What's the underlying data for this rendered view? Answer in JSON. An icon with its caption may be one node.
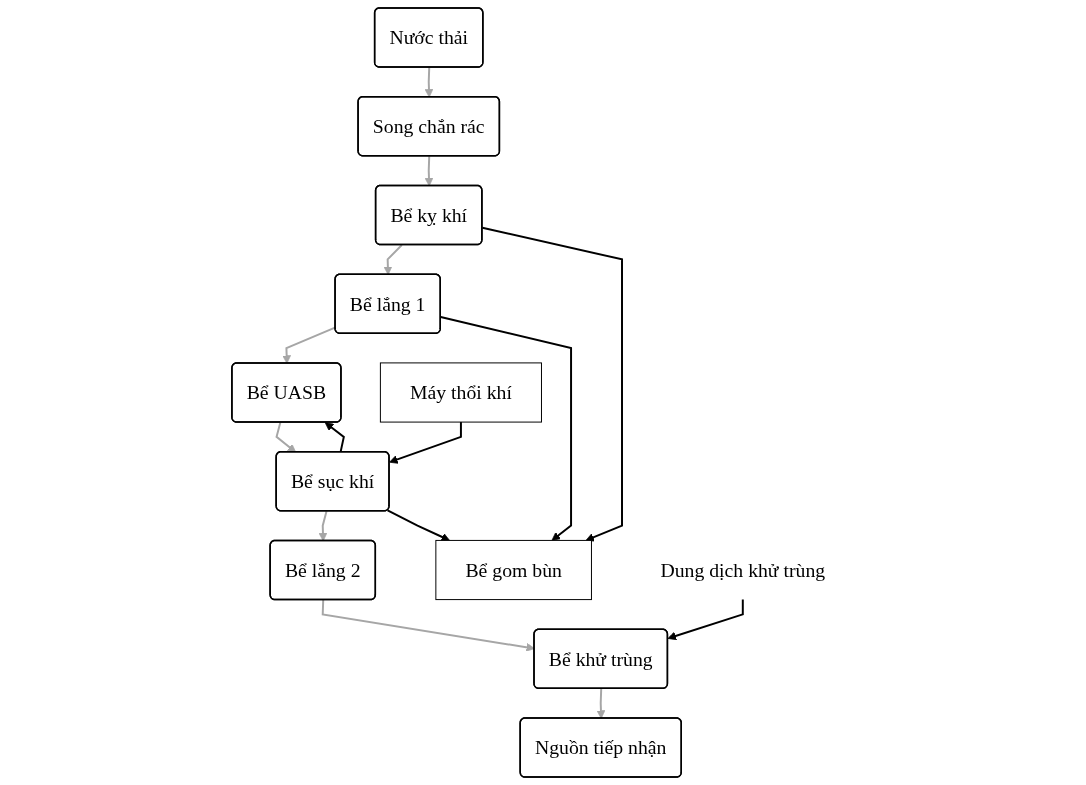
{
  "diagram": {
    "nodes": [
      {
        "text": [
          "Nước thải"
        ]
      },
      {
        "text": [
          "Song chắn rác"
        ]
      },
      {
        "text": [
          "Bể kỵ khí"
        ]
      },
      {
        "text": [
          "Bể lắng 1"
        ]
      },
      {
        "text": [
          "Bể UASB"
        ]
      },
      {
        "text": [
          "Máy thổi khí"
        ]
      },
      {
        "text": [
          "Bể sục khí"
        ]
      },
      {
        "text": [
          "Bể gom bùn"
        ]
      },
      {
        "text": [
          "Bể lắng 2"
        ]
      },
      {
        "text": [
          "Dung dịch khử trùng"
        ]
      },
      {
        "text": [
          "Bể khử trùng"
        ]
      },
      {
        "text": [
          "Nguồn tiếp nhận"
        ]
      }
    ],
    "edges": [
      {
        "from": 0,
        "to": 1,
        "arrow": "to"
      },
      {
        "from": 1,
        "to": 2,
        "arrow": "to"
      },
      {
        "from": 2,
        "to": 3,
        "arrow": "to"
      },
      {
        "from": 3,
        "to": 4,
        "arrow": "to"
      },
      {
        "from": 4,
        "to": 6,
        "arrow": "to"
      },
      {
        "from": 6,
        "to": 8,
        "arrow": "to"
      },
      {
        "from": 8,
        "to": 10,
        "arrow": "to"
      },
      {
        "from": 10,
        "to": 11,
        "arrow": "to"
      },
      {
        "from": 2,
        "to": 7,
        "arrow": "to",
        "color": "#000000"
      },
      {
        "from": 3,
        "to": 7,
        "arrow": "to",
        "color": "#000000"
      },
      {
        "from": 5,
        "to": 6,
        "arrow": "to",
        "color": "#000000"
      },
      {
        "from": 6,
        "to": 7,
        "arrow": "to",
        "color": "#000000"
      },
      {
        "from": 6,
        "to": 4,
        "arrow": "to",
        "color": "#000000"
      },
      {
        "from": 9,
        "to": 10,
        "arrow": "to",
        "color": "#000000"
      }
    ]
  }
}
